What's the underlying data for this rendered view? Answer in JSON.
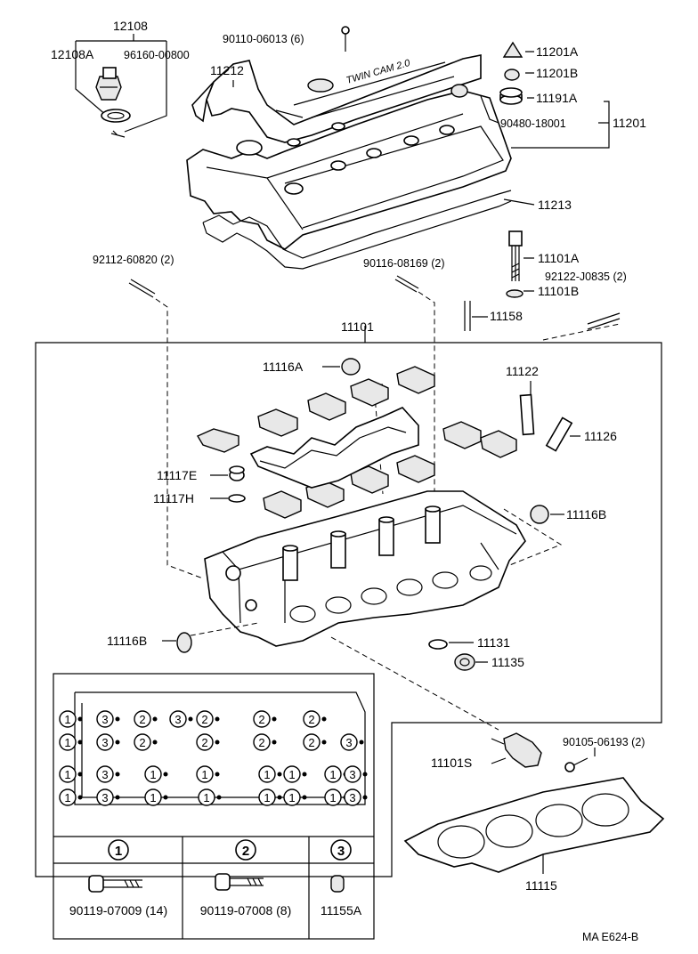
{
  "diagram_code": "MA E624-B",
  "labels": {
    "p12108": "12108",
    "p12108A": "12108A",
    "p96160": "96160-00800",
    "p90110": "90110-06013 (6)",
    "p11212": "11212",
    "p11201A": "11201A",
    "p11201B": "11201B",
    "p11191A": "11191A",
    "p90480": "90480-18001",
    "p11201": "11201",
    "p11213": "11213",
    "p11101A": "11101A",
    "p11101B": "11101B",
    "p92112": "92112-60820 (2)",
    "p90116": "90116-08169 (2)",
    "p92122": "92122-J0835 (2)",
    "p11158": "11158",
    "p11101": "11101",
    "p11116A": "11116A",
    "p11122": "11122",
    "p11126": "11126",
    "p11117E": "11117E",
    "p11117H": "11117H",
    "p11116B_r": "11116B",
    "p11116B_l": "11116B",
    "p11131": "11131",
    "p11135": "11135",
    "p11101S": "11101S",
    "p90105": "90105-06193 (2)",
    "p11115": "11115"
  },
  "cover_text": "TWIN CAM 2.0",
  "grid": {
    "rows": [
      [
        "1",
        "3",
        "2",
        "3",
        "2",
        "2",
        "2"
      ],
      [
        "1",
        "3",
        "2",
        "2",
        "2",
        "2",
        "3"
      ],
      [
        "1",
        "3",
        "1",
        "1",
        "1",
        "1",
        "1",
        "3"
      ],
      [
        "1",
        "3",
        "1",
        "1",
        "1",
        "1",
        "1",
        "3"
      ]
    ]
  },
  "legend": [
    {
      "mark": "1",
      "part": "90119-07009 (14)"
    },
    {
      "mark": "2",
      "part": "90119-07008 (8)"
    },
    {
      "mark": "3",
      "part": "11155A"
    }
  ]
}
